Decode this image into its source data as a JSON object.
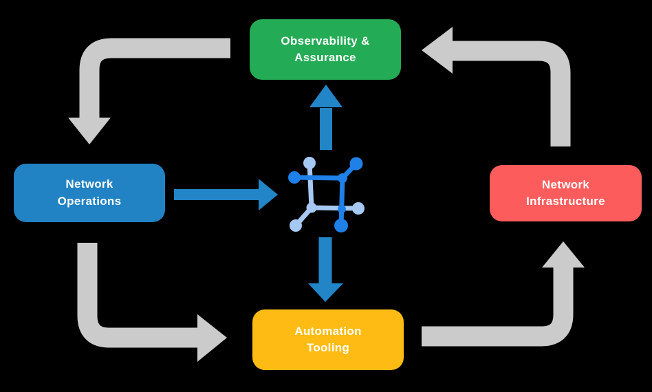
{
  "diagram": {
    "background": "#000000",
    "nodes": {
      "observability": {
        "label": "Observability &\nAssurance",
        "color": "#23AB55"
      },
      "network_operations": {
        "label": "Network\nOperations",
        "color": "#2182C4"
      },
      "network_infrastructure": {
        "label": "Network\nInfrastructure",
        "color": "#FC5C5C"
      },
      "automation_tooling": {
        "label": "Automation\nTooling",
        "color": "#FDBB13"
      }
    },
    "center_icon": "network-mesh-icon",
    "colors": {
      "flow_arrow": "#2185C8",
      "cycle_arrow": "#CBCBCB",
      "icon_dark": "#1F80E8",
      "icon_light": "#A6C9F3",
      "label_text": "#FFFFFF"
    }
  }
}
